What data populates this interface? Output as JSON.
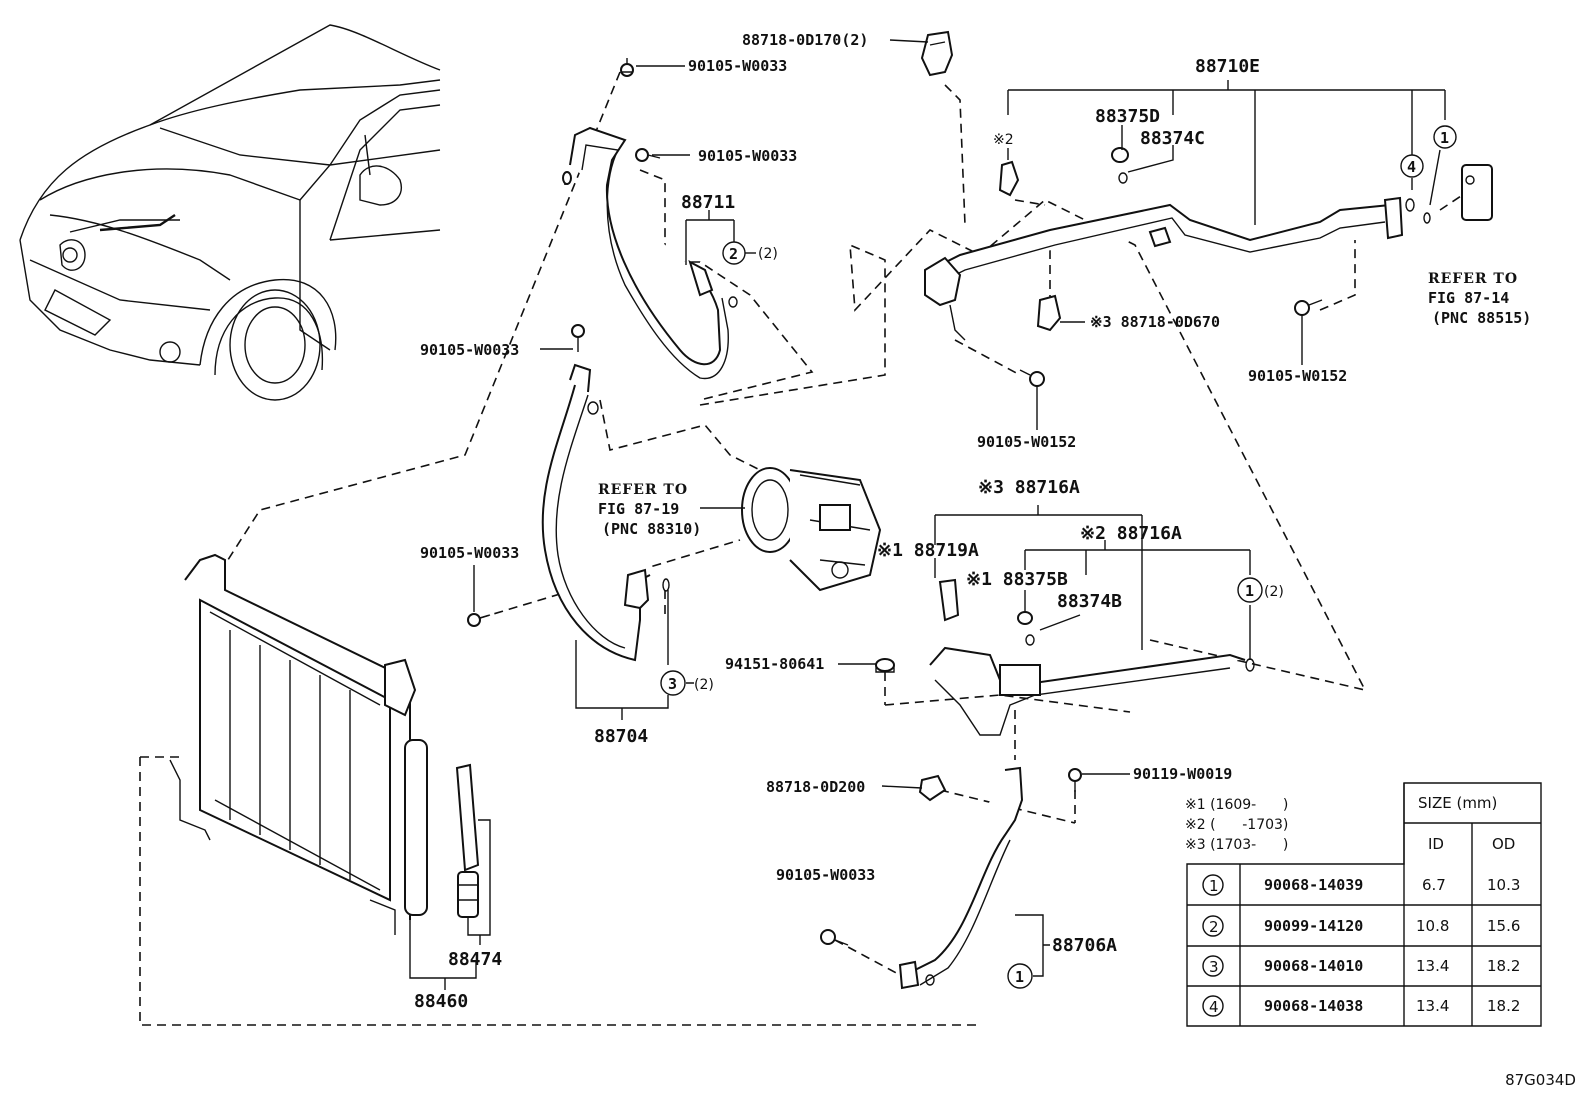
{
  "diagram_code": "87G034D",
  "labels": {
    "l_88718_0d170": "88718-0D170(2)",
    "l_90105_w0033_a": "90105-W0033",
    "l_90105_w0033_b": "90105-W0033",
    "l_90105_w0033_c": "90105-W0033",
    "l_90105_w0033_d": "90105-W0033",
    "l_90105_w0033_e": "90105-W0033",
    "l_88711": "88711",
    "l_88710e": "88710E",
    "l_88375d": "88375D",
    "l_88374c": "88374C",
    "l_mark2_top": "※2",
    "l_88718_0d670": "※3 88718-0D670",
    "l_90105_w0152_a": "90105-W0152",
    "l_90105_w0152_b": "90105-W0152",
    "l_refer_8714_a": "REFER TO",
    "l_refer_8714_b": "FIG 87-14",
    "l_refer_8714_c": "(PNC 88515)",
    "l_refer_8719_a": "REFER TO",
    "l_refer_8719_b": "FIG 87-19",
    "l_refer_8719_c": "(PNC 88310)",
    "l_88716a_3": "※3 88716A",
    "l_88716a_2": "※2 88716A",
    "l_88719a": "※1 88719A",
    "l_88375b": "※1 88375B",
    "l_88374b": "88374B",
    "l_94151": "94151-80641",
    "l_88704": "88704",
    "l_88718_0d200": "88718-0D200",
    "l_90119": "90119-W0019",
    "l_88706a": "88706A",
    "l_88474": "88474",
    "l_88460": "88460",
    "qty2": "(2)"
  },
  "legend_notes": [
    "※1 (1609-      )",
    "※2 (      -1703)",
    "※3 (1703-      )"
  ],
  "table": {
    "size_header": "SIZE (mm)",
    "col_id": "ID",
    "col_od": "OD",
    "rows": [
      {
        "mark": "1",
        "part": "90068-14039",
        "id": "6.7",
        "od": "10.3"
      },
      {
        "mark": "2",
        "part": "90099-14120",
        "id": "10.8",
        "od": "15.6"
      },
      {
        "mark": "3",
        "part": "90068-14010",
        "id": "13.4",
        "od": "18.2"
      },
      {
        "mark": "4",
        "part": "90068-14038",
        "id": "13.4",
        "od": "18.2"
      }
    ]
  },
  "circle_marks": {
    "one": "1",
    "two": "2",
    "three": "3",
    "four": "4"
  }
}
